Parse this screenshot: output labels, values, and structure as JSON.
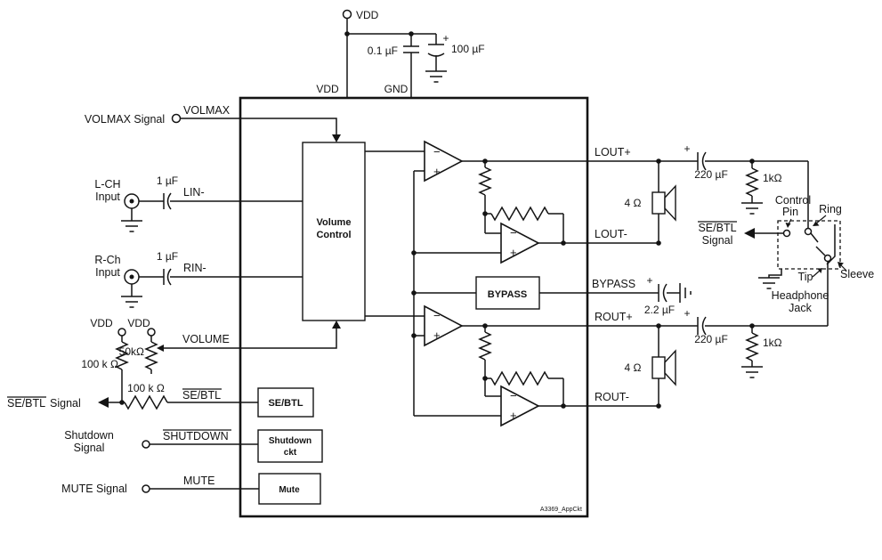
{
  "schematic": {
    "note": "A3369_AppCkt"
  },
  "power": {
    "vdd_label": "VDD",
    "plus": "+",
    "cap_bypass_small": "0.1 µF",
    "cap_bulk": "100 µF"
  },
  "ic": {
    "pins": {
      "vdd": "VDD",
      "gnd": "GND",
      "volmax": "VOLMAX",
      "lin": "LIN-",
      "rin": "RIN-",
      "volume": "VOLUME",
      "sebtl": "SE/BTL",
      "shutdown": "SHUTDOWN",
      "mute": "MUTE",
      "lout_p": "LOUT+",
      "lout_m": "LOUT-",
      "bypass": "BYPASS",
      "rout_p": "ROUT+",
      "rout_m": "ROUT-"
    },
    "blocks": {
      "volume_control_1": "Volume",
      "volume_control_2": "Control",
      "bypass": "BYPASS",
      "sebtl": "SE/BTL",
      "shutdown_1": "Shutdown",
      "shutdown_2": "ckt",
      "mute": "Mute"
    },
    "opamp": {
      "plus": "+",
      "minus": "−"
    }
  },
  "left": {
    "volmax_signal": "VOLMAX Signal",
    "lch_1": "L-CH",
    "lch_2": "Input",
    "rch_1": "R-Ch",
    "rch_2": "Input",
    "cap_in": "1 µF",
    "vdd": "VDD",
    "r_pullup": "100 k Ω",
    "pot": "50kΩ",
    "r_series": "100 k Ω",
    "sebtl": "SE/BTL",
    "signal": "Signal",
    "shutdown_1": "Shutdown",
    "shutdown_2": "Signal",
    "mute_signal": "MUTE Signal"
  },
  "right": {
    "plus": "+",
    "cap_out": "220 µF",
    "r_load": "1kΩ",
    "speaker": "4 Ω",
    "cap_bypass": "2.2 µF",
    "sebtl": "SE/BTL",
    "signal": "Signal",
    "jack": {
      "control_1": "Control",
      "control_2": "Pin",
      "ring": "Ring",
      "tip": "Tip",
      "sleeve": "Sleeve",
      "name_1": "Headphone",
      "name_2": "Jack"
    }
  }
}
